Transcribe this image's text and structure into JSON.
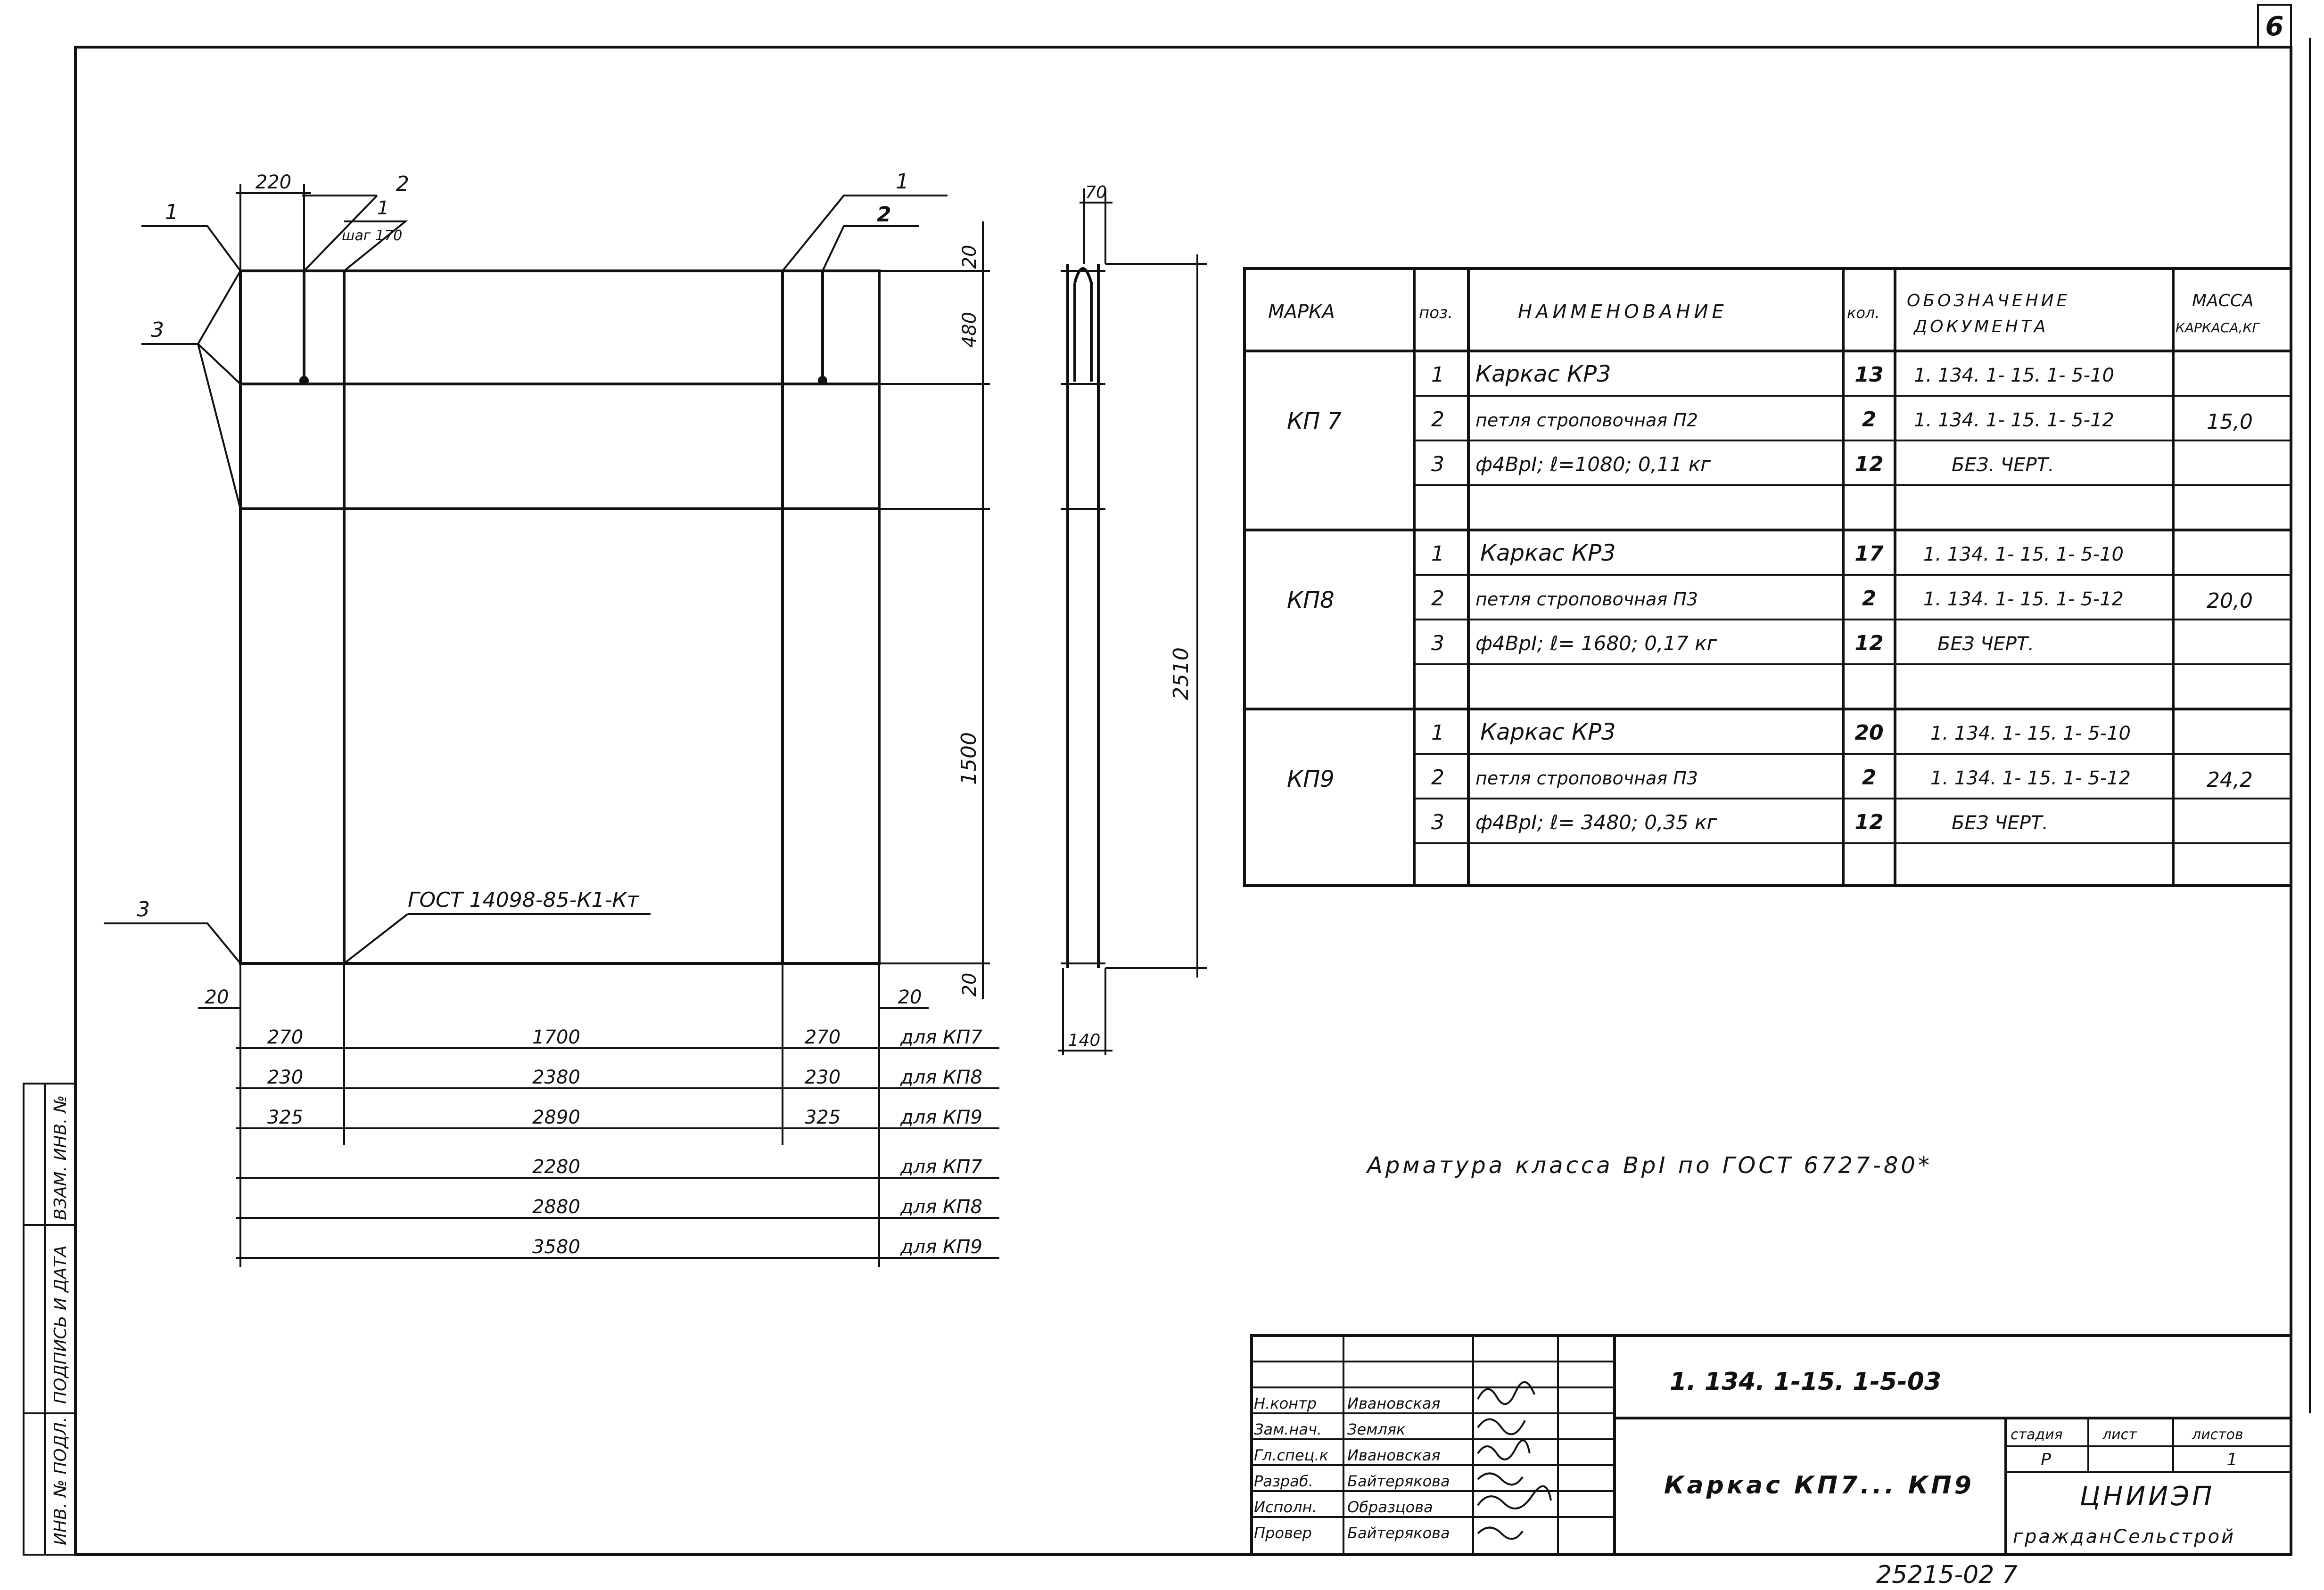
{
  "sheet": {
    "page_number": "6",
    "code": "1. 134. 1-15. 1-5-03",
    "title": "Каркас КП7... КП9",
    "org": "ЦНИИЭП",
    "org_sub": "гражданСельстрой",
    "stamp_bottom": "25215-02  7",
    "stage_header": "стадия",
    "sheet_header": "лист",
    "sheets_header": "листов",
    "stage": "Р",
    "sheets": "1"
  },
  "side_stamp": {
    "inv_podl": "ИНВ. № ПОДЛ.",
    "podpis": "ПОДПИСЬ И ДАТА",
    "vzam": "ВЗАМ. ИНВ. №"
  },
  "signatures": [
    {
      "role": "Н.контр",
      "name": "Ивановская"
    },
    {
      "role": "Зам.нач.",
      "name": "Земляк"
    },
    {
      "role": "Гл.спец.к",
      "name": "Ивановская"
    },
    {
      "role": "Разраб.",
      "name": "Байтерякова"
    },
    {
      "role": "Исполн.",
      "name": "Образцова"
    },
    {
      "role": "Провер",
      "name": "Байтерякова"
    }
  ],
  "drawing": {
    "callouts": {
      "c1a": "1",
      "c3a": "3",
      "c3b": "3",
      "c2a": "2",
      "c1b": "1",
      "step": "шаг 170",
      "c1c": "1",
      "c2b": "2"
    },
    "weld_note": "ГОСТ 14098-85-К1-Кт",
    "dims": {
      "top_220": "220",
      "right_20_top": "20",
      "right_480": "480",
      "right_1500": "1500",
      "right_20_bot": "20",
      "left_20": "20",
      "br_20": "20",
      "side_70": "70",
      "side_2510": "2510",
      "side_140": "140"
    },
    "dim_rows": [
      {
        "a": "270",
        "b": "1700",
        "c": "270",
        "label": "для КП7"
      },
      {
        "a": "230",
        "b": "2380",
        "c": "230",
        "label": "для КП8"
      },
      {
        "a": "325",
        "b": "2890",
        "c": "325",
        "label": "для КП9"
      }
    ],
    "total_rows": [
      {
        "v": "2280",
        "label": "для КП7"
      },
      {
        "v": "2880",
        "label": "для КП8"
      },
      {
        "v": "3580",
        "label": "для КП9"
      }
    ]
  },
  "note": "Арматура класса ВрI по ГОСТ 6727-80*",
  "spec": {
    "headers": {
      "mark": "МАРКА",
      "pos": "поз.",
      "name": "НАИМЕНОВАНИЕ",
      "qty": "кол.",
      "doc_1": "ОБОЗНАЧЕНИЕ",
      "doc_2": "ДОКУМЕНТА",
      "mass_1": "МАССА",
      "mass_2": "КАРКАСА,КГ"
    },
    "groups": [
      {
        "mark": "КП 7",
        "mass": "15,0",
        "rows": [
          {
            "pos": "1",
            "name": "Каркас  КР3",
            "qty": "13",
            "doc": "1. 134. 1- 15. 1- 5-10"
          },
          {
            "pos": "2",
            "name": "петля строповочная П2",
            "qty": "2",
            "doc": "1. 134. 1- 15. 1- 5-12"
          },
          {
            "pos": "3",
            "name": "ф4ВрI; ℓ=1080; 0,11 кг",
            "qty": "12",
            "doc": "БЕЗ. ЧЕРТ."
          }
        ]
      },
      {
        "mark": "КП8",
        "mass": "20,0",
        "rows": [
          {
            "pos": "1",
            "name": "Каркас  КР3",
            "qty": "17",
            "doc": "1. 134. 1- 15. 1- 5-10"
          },
          {
            "pos": "2",
            "name": "петля строповочная П3",
            "qty": "2",
            "doc": "1. 134. 1- 15. 1- 5-12"
          },
          {
            "pos": "3",
            "name": "ф4ВрI; ℓ= 1680; 0,17 кг",
            "qty": "12",
            "doc": "БЕЗ ЧЕРТ."
          }
        ]
      },
      {
        "mark": "КП9",
        "mass": "24,2",
        "rows": [
          {
            "pos": "1",
            "name": "Каркас  КР3",
            "qty": "20",
            "doc": "1. 134. 1- 15. 1- 5-10"
          },
          {
            "pos": "2",
            "name": "петля строповочная П3",
            "qty": "2",
            "doc": "1. 134. 1- 15. 1- 5-12"
          },
          {
            "pos": "3",
            "name": "ф4ВрI; ℓ= 3480; 0,35 кг",
            "qty": "12",
            "doc": "БЕЗ ЧЕРТ."
          }
        ]
      }
    ]
  }
}
